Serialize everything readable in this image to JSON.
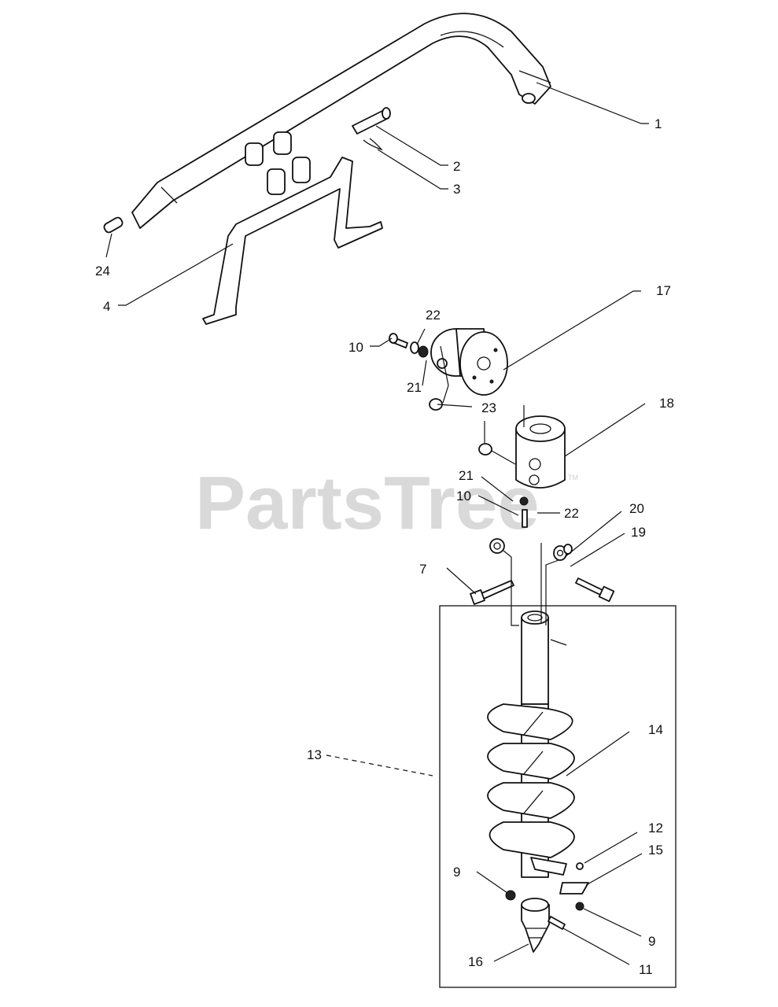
{
  "watermark": {
    "text": "PartsTree",
    "trademark": "TM"
  },
  "callouts": {
    "c1": "1",
    "c2": "2",
    "c3": "3",
    "c4": "4",
    "c24": "24",
    "c17": "17",
    "c22a": "22",
    "c10a": "10",
    "c21a": "21",
    "c23": "23",
    "c18": "18",
    "c21b": "21",
    "c10b": "10",
    "c22b": "22",
    "c20": "20",
    "c19": "19",
    "c7": "7",
    "c13": "13",
    "c14": "14",
    "c12": "12",
    "c15": "15",
    "c9a": "9",
    "c9b": "9",
    "c16": "16",
    "c11": "11"
  }
}
